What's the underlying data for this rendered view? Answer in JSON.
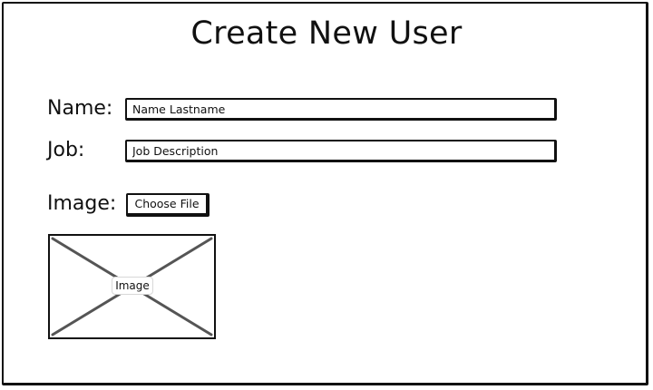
{
  "form": {
    "title": "Create New User",
    "name": {
      "label": "Name:",
      "placeholder": "Name Lastname",
      "value": ""
    },
    "job": {
      "label": "Job:",
      "placeholder": "Job Description",
      "value": ""
    },
    "image": {
      "label": "Image:",
      "choose_file_label": "Choose File",
      "preview_caption": "Image",
      "preview_icon": "image-placeholder-icon"
    }
  },
  "colors": {
    "ink": "#111111",
    "background": "#ffffff",
    "placeholder_cross": "#555555"
  }
}
